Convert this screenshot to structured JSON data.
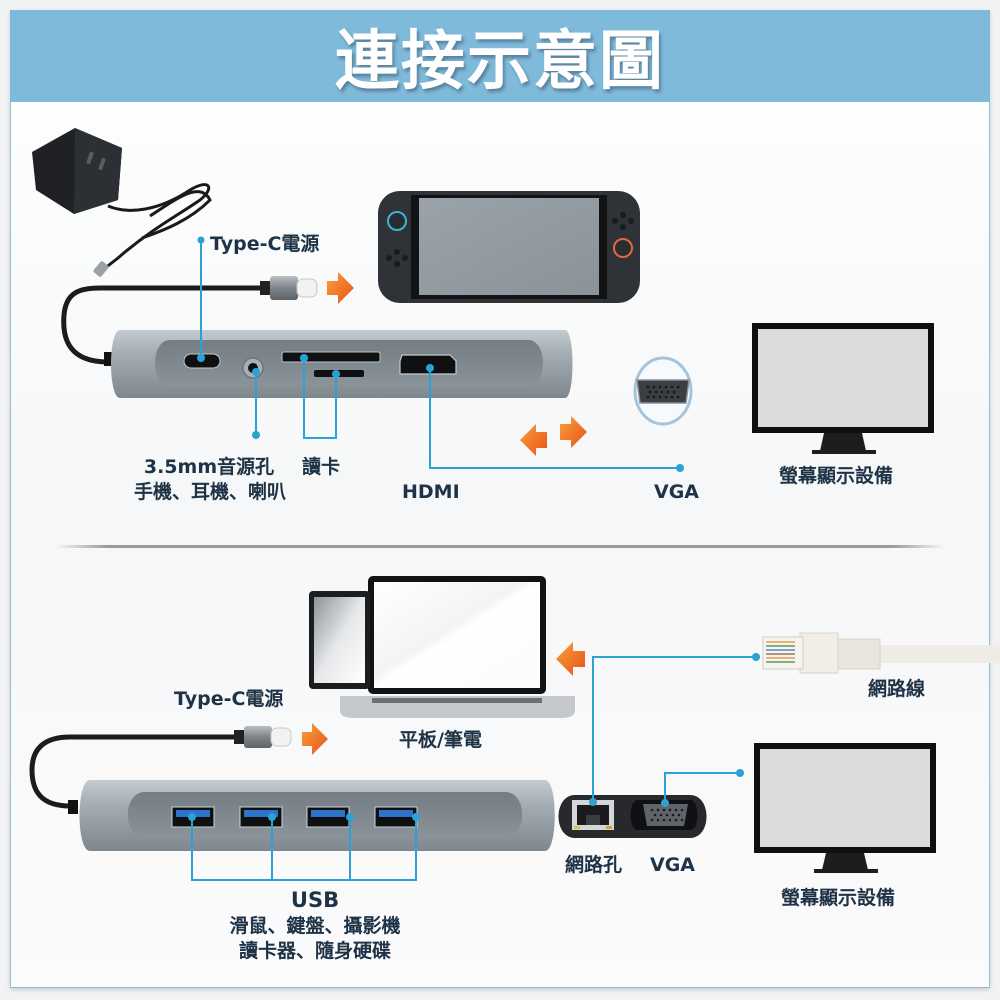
{
  "title": "連接示意圖",
  "colors": {
    "title_bar": "#80badb",
    "callout_line": "#2aa3d4",
    "arrow": "#f06a1c",
    "hub_body": "#9aa3aa",
    "label_text": "#1f3347"
  },
  "top_section": {
    "power_label": "Type-C電源",
    "audio_label_line1": "3.5mm音源孔",
    "audio_label_line2": "手機、耳機、喇叭",
    "card_reader_label": "讀卡",
    "hdmi_label": "HDMI",
    "vga_label": "VGA",
    "display_label": "螢幕顯示設備",
    "devices": [
      "power-adapter",
      "game-console",
      "vga-connector",
      "monitor"
    ],
    "ports": [
      "type-c",
      "3.5mm-audio",
      "sd-card",
      "micro-sd-card",
      "hdmi"
    ]
  },
  "bottom_section": {
    "power_label": "Type-C電源",
    "laptop_label": "平板/筆電",
    "lan_cable_label": "網路線",
    "lan_port_label": "網路孔",
    "vga_label": "VGA",
    "display_label": "螢幕顯示設備",
    "usb_label": "USB",
    "usb_desc_line1": "滑鼠、鍵盤、攝影機",
    "usb_desc_line2": "讀卡器、隨身硬碟",
    "ports": [
      "usb-a",
      "usb-a",
      "usb-a",
      "usb-a",
      "rj45",
      "vga"
    ]
  }
}
